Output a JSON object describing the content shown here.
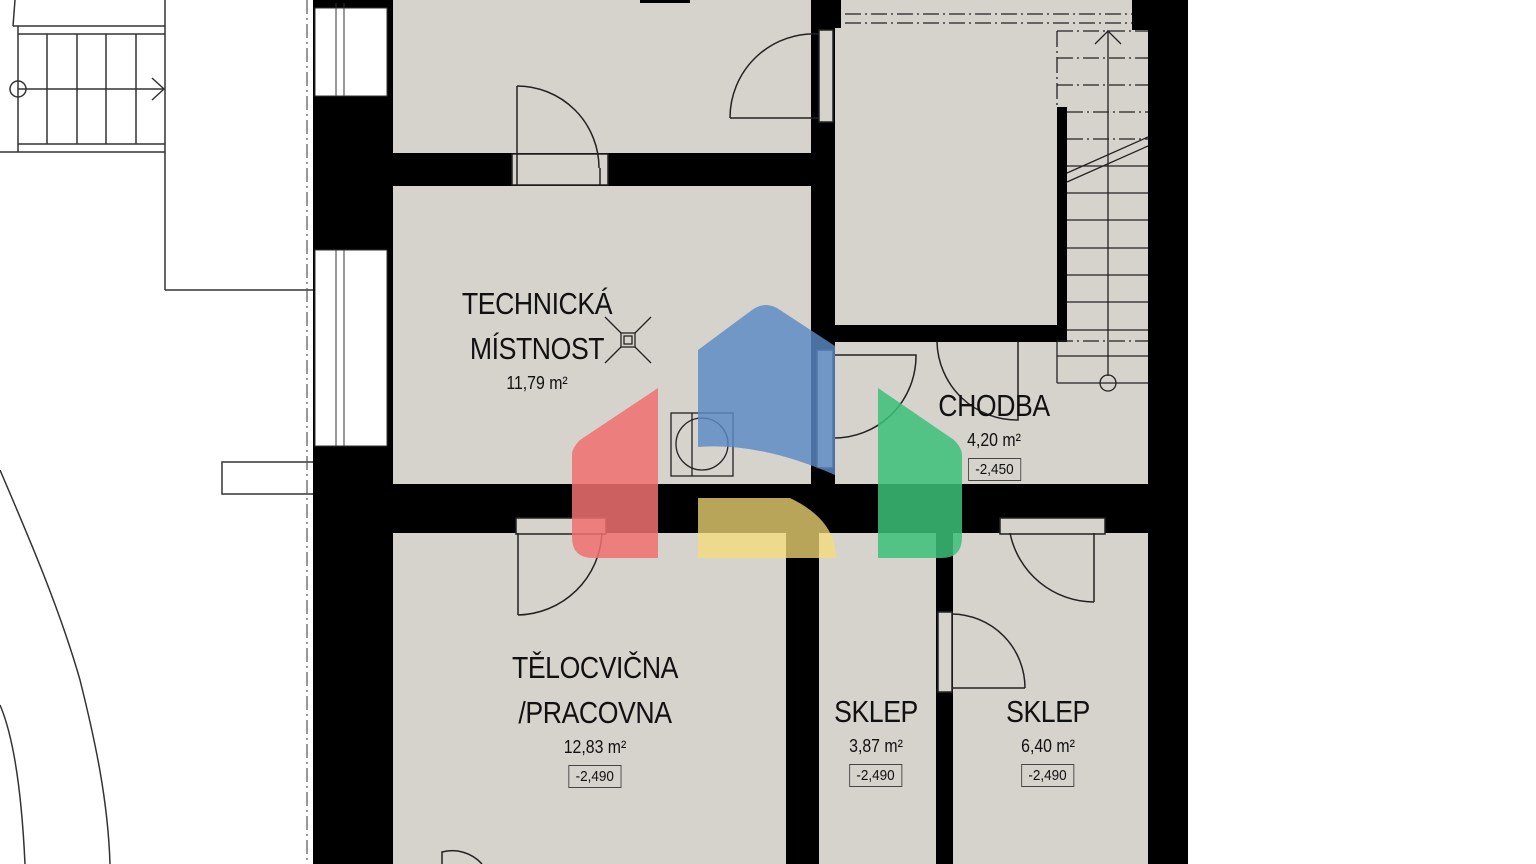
{
  "plan": {
    "type": "floor-plan",
    "colors": {
      "floor": "#d6d2cc",
      "wall": "#000000",
      "background": "#ffffff",
      "line": "#222222"
    },
    "rooms": [
      {
        "id": "technicka",
        "name_line1": "TECHNICKÁ",
        "name_line2": "MÍSTNOST",
        "area": "11,79 m²",
        "level": ""
      },
      {
        "id": "chodba",
        "name_line1": "CHODBA",
        "name_line2": "",
        "area": "4,20 m²",
        "level": "-2,450"
      },
      {
        "id": "telocvicna",
        "name_line1": "TĚLOCVIČNA",
        "name_line2": "/PRACOVNA",
        "area": "12,83 m²",
        "level": "-2,490"
      },
      {
        "id": "sklep1",
        "name_line1": "SKLEP",
        "name_line2": "",
        "area": "3,87 m²",
        "level": "-2,490"
      },
      {
        "id": "sklep2",
        "name_line1": "SKLEP",
        "name_line2": "",
        "area": "6,40 m²",
        "level": "-2,490"
      }
    ]
  },
  "watermark": {
    "name": "logo-watermark",
    "colors": {
      "red": "#f07070",
      "blue": "#5a8ac6",
      "yellow": "#f5dc78",
      "green": "#3cbf78"
    }
  }
}
